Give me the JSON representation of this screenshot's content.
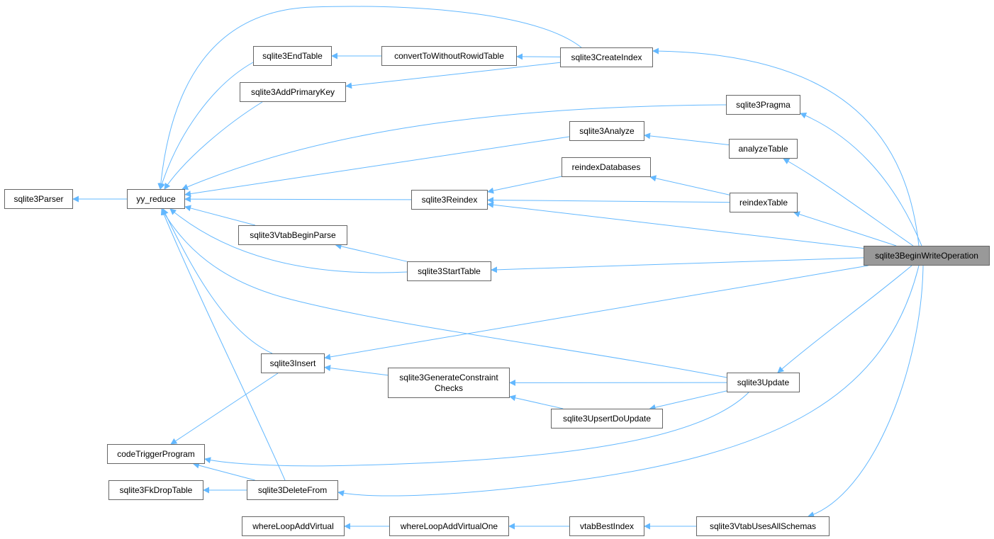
{
  "graph": {
    "edge_color": "#63b8ff",
    "node_border_color": "#666666",
    "focus_fill": "#999999",
    "nodes": [
      {
        "id": "begin",
        "label": "sqlite3BeginWriteOperation",
        "focus": true
      },
      {
        "id": "parser",
        "label": "sqlite3Parser"
      },
      {
        "id": "yy",
        "label": "yy_reduce"
      },
      {
        "id": "endtable",
        "label": "sqlite3EndTable"
      },
      {
        "id": "addpk",
        "label": "sqlite3AddPrimaryKey"
      },
      {
        "id": "convert",
        "label": "convertToWithoutRowidTable"
      },
      {
        "id": "createindex",
        "label": "sqlite3CreateIndex"
      },
      {
        "id": "pragma",
        "label": "sqlite3Pragma"
      },
      {
        "id": "analyze",
        "label": "sqlite3Analyze"
      },
      {
        "id": "analyzetable",
        "label": "analyzeTable"
      },
      {
        "id": "reindexdb",
        "label": "reindexDatabases"
      },
      {
        "id": "reindex",
        "label": "sqlite3Reindex"
      },
      {
        "id": "reindextable",
        "label": "reindexTable"
      },
      {
        "id": "vtabbegin",
        "label": "sqlite3VtabBeginParse"
      },
      {
        "id": "starttable",
        "label": "sqlite3StartTable"
      },
      {
        "id": "insert",
        "label": "sqlite3Insert"
      },
      {
        "id": "genconstraint",
        "label": "sqlite3GenerateConstraint\nChecks"
      },
      {
        "id": "update",
        "label": "sqlite3Update"
      },
      {
        "id": "upsert",
        "label": "sqlite3UpsertDoUpdate"
      },
      {
        "id": "codetrigger",
        "label": "codeTriggerProgram"
      },
      {
        "id": "fkdrop",
        "label": "sqlite3FkDropTable"
      },
      {
        "id": "deletefrom",
        "label": "sqlite3DeleteFrom"
      },
      {
        "id": "wherevirt",
        "label": "whereLoopAddVirtual"
      },
      {
        "id": "wherevirtone",
        "label": "whereLoopAddVirtualOne"
      },
      {
        "id": "vtabbest",
        "label": "vtabBestIndex"
      },
      {
        "id": "vtabuses",
        "label": "sqlite3VtabUsesAllSchemas"
      }
    ],
    "edges": [
      {
        "from": "yy",
        "to": "parser"
      },
      {
        "from": "endtable",
        "to": "yy"
      },
      {
        "from": "addpk",
        "to": "yy"
      },
      {
        "from": "createindex",
        "to": "yy"
      },
      {
        "from": "pragma",
        "to": "yy"
      },
      {
        "from": "analyze",
        "to": "yy"
      },
      {
        "from": "reindex",
        "to": "yy"
      },
      {
        "from": "vtabbegin",
        "to": "yy"
      },
      {
        "from": "starttable",
        "to": "yy"
      },
      {
        "from": "insert",
        "to": "yy"
      },
      {
        "from": "update",
        "to": "yy"
      },
      {
        "from": "deletefrom",
        "to": "yy"
      },
      {
        "from": "convert",
        "to": "endtable"
      },
      {
        "from": "createindex",
        "to": "convert"
      },
      {
        "from": "createindex",
        "to": "addpk"
      },
      {
        "from": "begin",
        "to": "createindex"
      },
      {
        "from": "begin",
        "to": "pragma"
      },
      {
        "from": "analyzetable",
        "to": "analyze"
      },
      {
        "from": "begin",
        "to": "analyzetable"
      },
      {
        "from": "reindexdb",
        "to": "reindex"
      },
      {
        "from": "reindextable",
        "to": "reindexdb"
      },
      {
        "from": "reindextable",
        "to": "reindex"
      },
      {
        "from": "begin",
        "to": "reindextable"
      },
      {
        "from": "begin",
        "to": "reindex"
      },
      {
        "from": "starttable",
        "to": "vtabbegin"
      },
      {
        "from": "begin",
        "to": "starttable"
      },
      {
        "from": "begin",
        "to": "insert"
      },
      {
        "from": "genconstraint",
        "to": "insert"
      },
      {
        "from": "update",
        "to": "genconstraint"
      },
      {
        "from": "upsert",
        "to": "genconstraint"
      },
      {
        "from": "update",
        "to": "upsert"
      },
      {
        "from": "begin",
        "to": "update"
      },
      {
        "from": "insert",
        "to": "codetrigger"
      },
      {
        "from": "update",
        "to": "codetrigger"
      },
      {
        "from": "deletefrom",
        "to": "codetrigger"
      },
      {
        "from": "deletefrom",
        "to": "fkdrop"
      },
      {
        "from": "begin",
        "to": "deletefrom"
      },
      {
        "from": "wherevirtone",
        "to": "wherevirt"
      },
      {
        "from": "vtabbest",
        "to": "wherevirtone"
      },
      {
        "from": "vtabuses",
        "to": "vtabbest"
      },
      {
        "from": "begin",
        "to": "vtabuses"
      }
    ]
  }
}
